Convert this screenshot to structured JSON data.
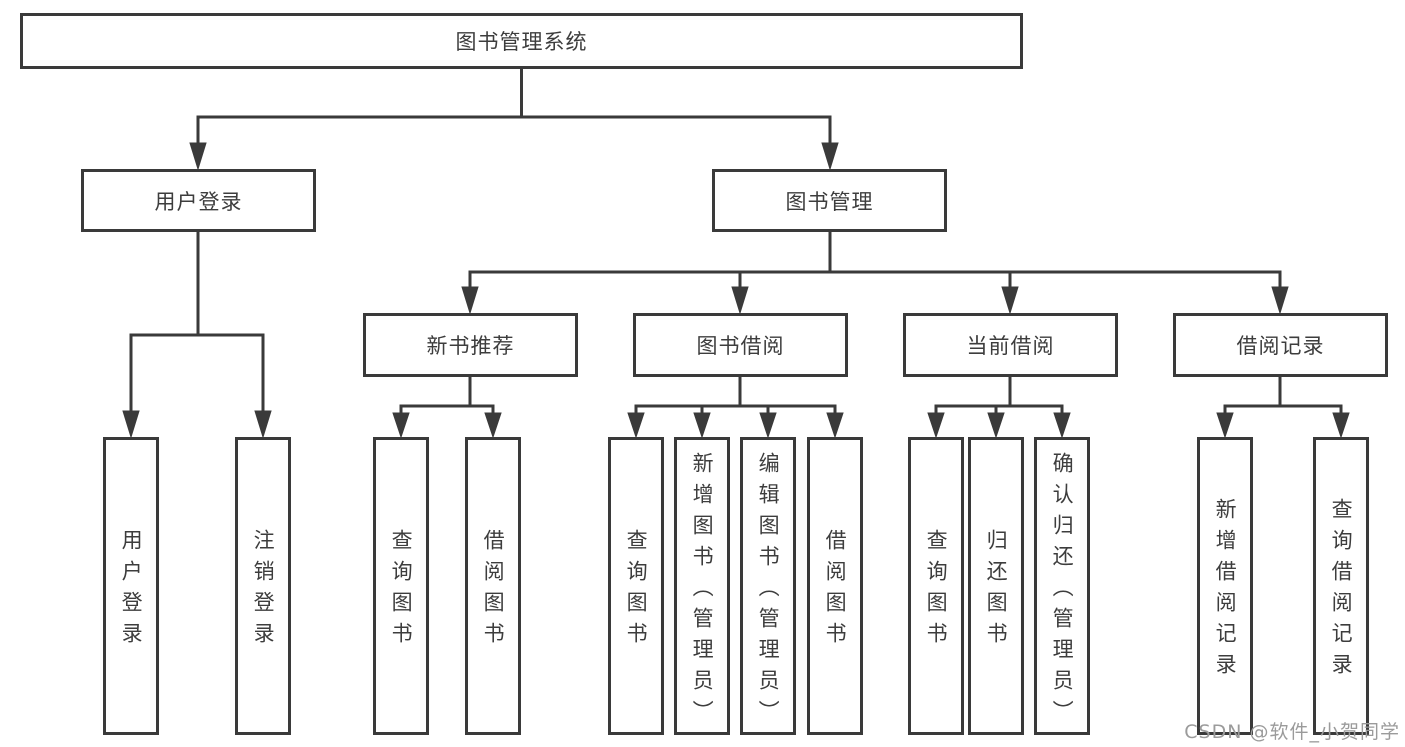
{
  "colors": {
    "line": "#3a3a3a",
    "box_border": "#3a3a3a",
    "box_background": "#ffffff",
    "text": "#3d3d3d",
    "watermark": "#9b9b9b",
    "page_background": "#ffffff"
  },
  "watermark": {
    "text": "CSDN @软件_小贺同学"
  },
  "root": {
    "label": "图书管理系统",
    "children": [
      {
        "label": "用户登录",
        "children": [
          {
            "label": "用户登录"
          },
          {
            "label": "注销登录"
          }
        ]
      },
      {
        "label": "图书管理",
        "children": [
          {
            "label": "新书推荐",
            "children": [
              {
                "label": "查询图书"
              },
              {
                "label": "借阅图书"
              }
            ]
          },
          {
            "label": "图书借阅",
            "children": [
              {
                "label": "查询图书"
              },
              {
                "label": "新增图书（管理员）"
              },
              {
                "label": "编辑图书（管理员）"
              },
              {
                "label": "借阅图书"
              }
            ]
          },
          {
            "label": "当前借阅",
            "children": [
              {
                "label": "查询图书"
              },
              {
                "label": "归还图书"
              },
              {
                "label": "确认归还（管理员）"
              }
            ]
          },
          {
            "label": "借阅记录",
            "children": [
              {
                "label": "新增借阅记录"
              },
              {
                "label": "查询借阅记录"
              }
            ]
          }
        ]
      }
    ]
  }
}
